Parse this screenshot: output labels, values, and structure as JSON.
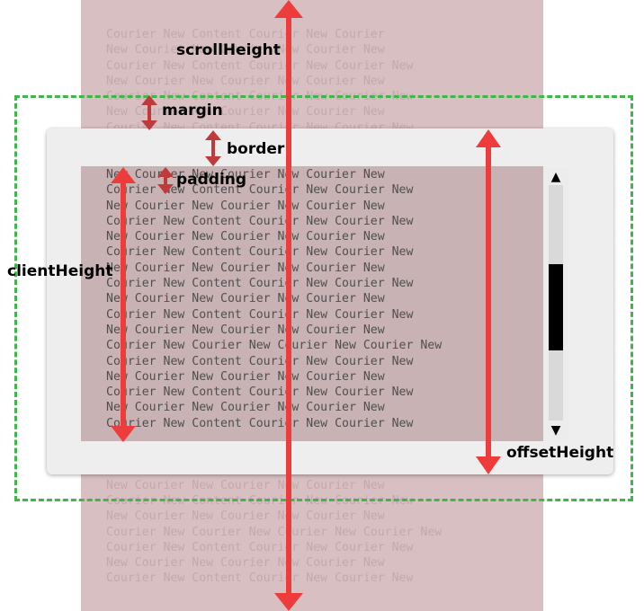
{
  "labels": {
    "scroll_height": "scrollHeight",
    "margin": "margin",
    "border": "border",
    "padding": "padding",
    "client_height": "clientHeight",
    "offset_height": "offsetHeight"
  },
  "filler_text": [
    "Courier New Content Courier New Courier",
    "New Courier New Courier New Courier New",
    "Courier New Content Courier New Courier New",
    "New Courier New Courier New Courier New",
    "Courier New Content Courier New Courier New",
    "New Courier New Courier New Courier New",
    "Courier New Content Courier New Courier New",
    "New Courier New Courier New Courier New",
    "Courier New Content Courier New Courier New",
    "New Courier New Courier New Courier New",
    "Courier New Content Courier New Courier New",
    "New Courier New Courier New Courier New",
    "Courier New Content Courier New Courier New",
    "New Courier New Courier New Courier New",
    "Courier New Content Courier New Courier New",
    "New Courier New Courier New Courier New",
    "Courier New Content Courier New Courier New",
    "New Courier New Courier New Courier New",
    "Courier New Content Courier New Courier New",
    "New Courier New Courier New Courier New",
    "Courier New Courier New Courier New Courier New",
    "Courier New Content Courier New Courier New",
    "New Courier New Courier New Courier New",
    "Courier New Content Courier New Courier New",
    "New Courier New Courier New Courier New",
    "Courier New Content Courier New Courier New",
    "New Courier New Courier New Courier New",
    "Courier New Courier New Courier New Courier New",
    "Courier New Content Courier New Courier New",
    "New Courier New Courier New Courier New",
    "Courier New Content Courier New Courier New",
    "New Courier New Courier New Courier New",
    "Courier New Courier New Courier New Courier New",
    "Courier New Content Courier New Courier New",
    "New Courier New Courier New Courier New",
    "Courier New Content Courier New Courier New",
    "New Courier New Courier New Courier New"
  ],
  "colors": {
    "arrow": "#ee3b3b",
    "small_arrow": "#c0393b",
    "margin_outline": "#3fb54a",
    "scroll_area": "#d7bfc2",
    "scroll_thumb": "#000000"
  },
  "icons": {
    "scroll_up": "triangle-up-icon",
    "scroll_down": "triangle-down-icon"
  }
}
